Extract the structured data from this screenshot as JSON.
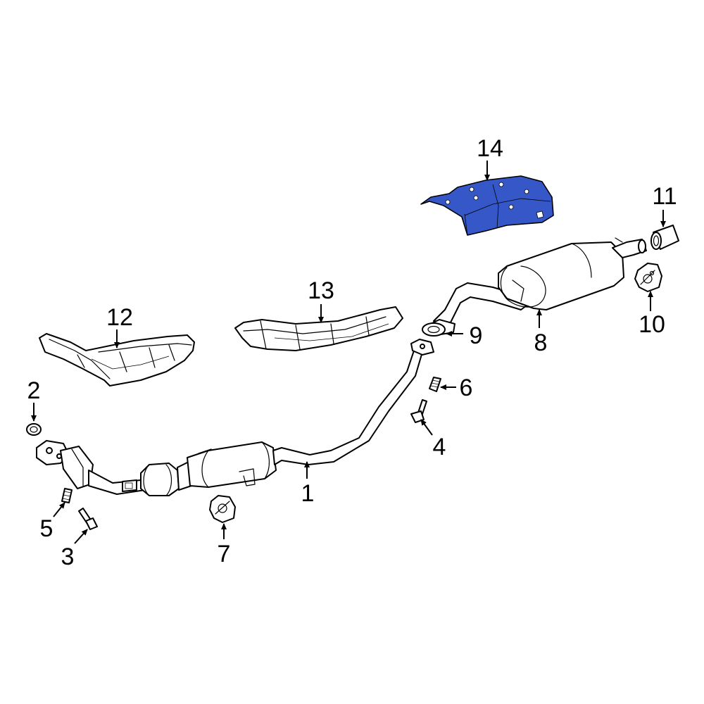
{
  "highlight_color": "#3557c8",
  "highlighted_callout": "14",
  "callouts": {
    "c1": "1",
    "c2": "2",
    "c3": "3",
    "c4": "4",
    "c5": "5",
    "c6": "6",
    "c7": "7",
    "c8": "8",
    "c9": "9",
    "c10": "10",
    "c11": "11",
    "c12": "12",
    "c13": "13",
    "c14": "14"
  }
}
